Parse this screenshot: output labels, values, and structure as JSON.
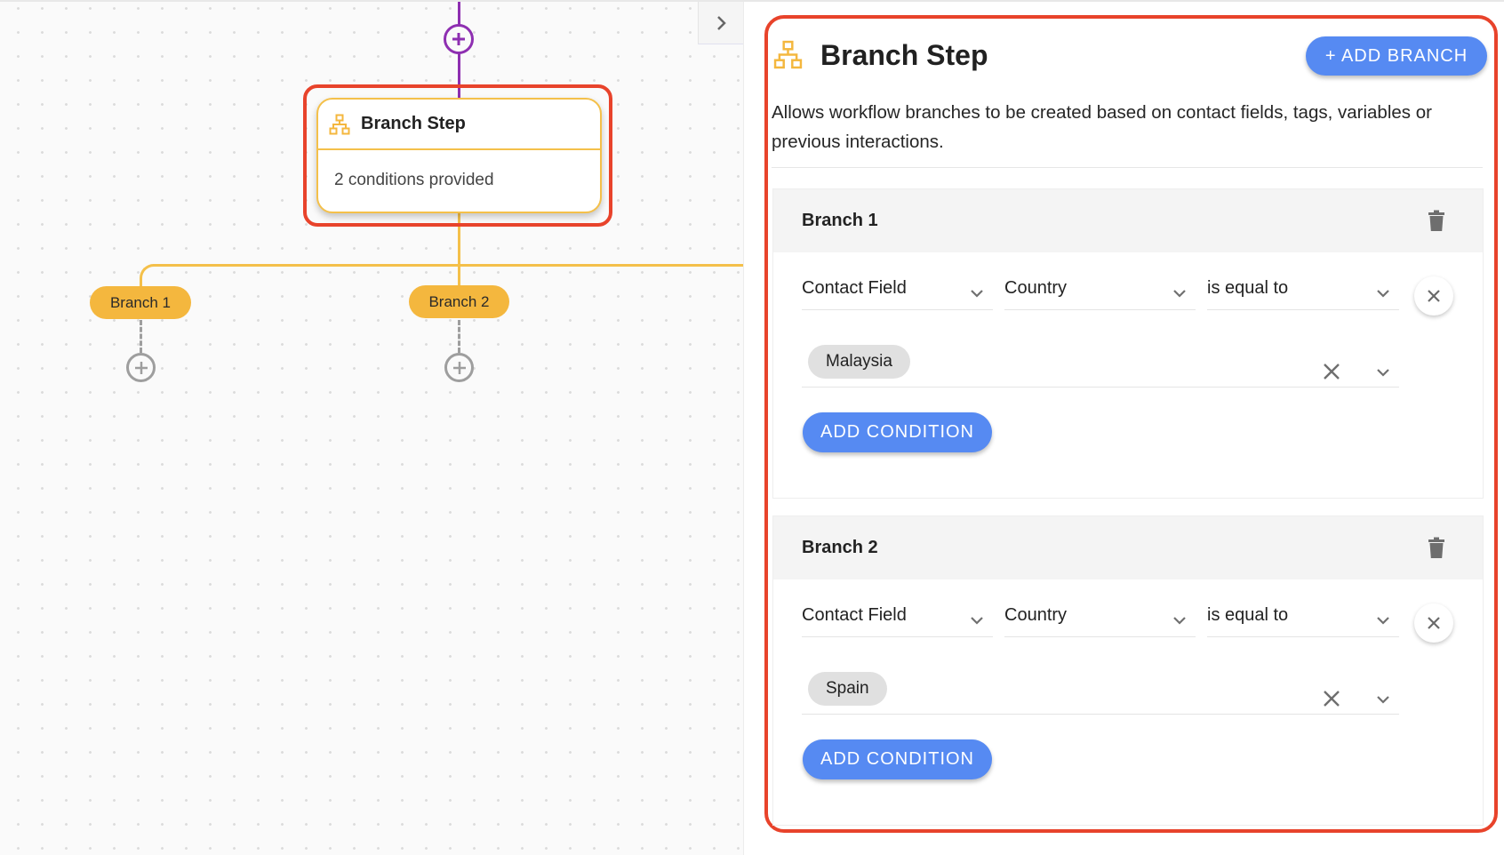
{
  "canvas": {
    "collapse_icon": "chevron-right-icon",
    "node": {
      "title": "Branch Step",
      "icon": "sitemap-icon",
      "summary": "2 conditions provided"
    },
    "branches": [
      {
        "label": "Branch 1"
      },
      {
        "label": "Branch 2"
      }
    ],
    "colors": {
      "connector_purple": "#8e2fb1",
      "connector_yellow": "#f4c04a",
      "pill": "#f4b73e",
      "highlight": "#e8432b"
    }
  },
  "panel": {
    "title": "Branch Step",
    "icon": "sitemap-icon",
    "add_branch_label": "+ ADD BRANCH",
    "description": "Allows workflow branches to be created based on contact fields, tags, variables or previous interactions.",
    "accent": "#568af2",
    "branches": [
      {
        "name": "Branch 1",
        "conditions": [
          {
            "source": "Contact Field",
            "field": "Country",
            "operator": "is equal to",
            "values": [
              "Malaysia"
            ]
          }
        ],
        "add_condition_label": "ADD CONDITION"
      },
      {
        "name": "Branch 2",
        "conditions": [
          {
            "source": "Contact Field",
            "field": "Country",
            "operator": "is equal to",
            "values": [
              "Spain"
            ]
          }
        ],
        "add_condition_label": "ADD CONDITION"
      }
    ]
  }
}
